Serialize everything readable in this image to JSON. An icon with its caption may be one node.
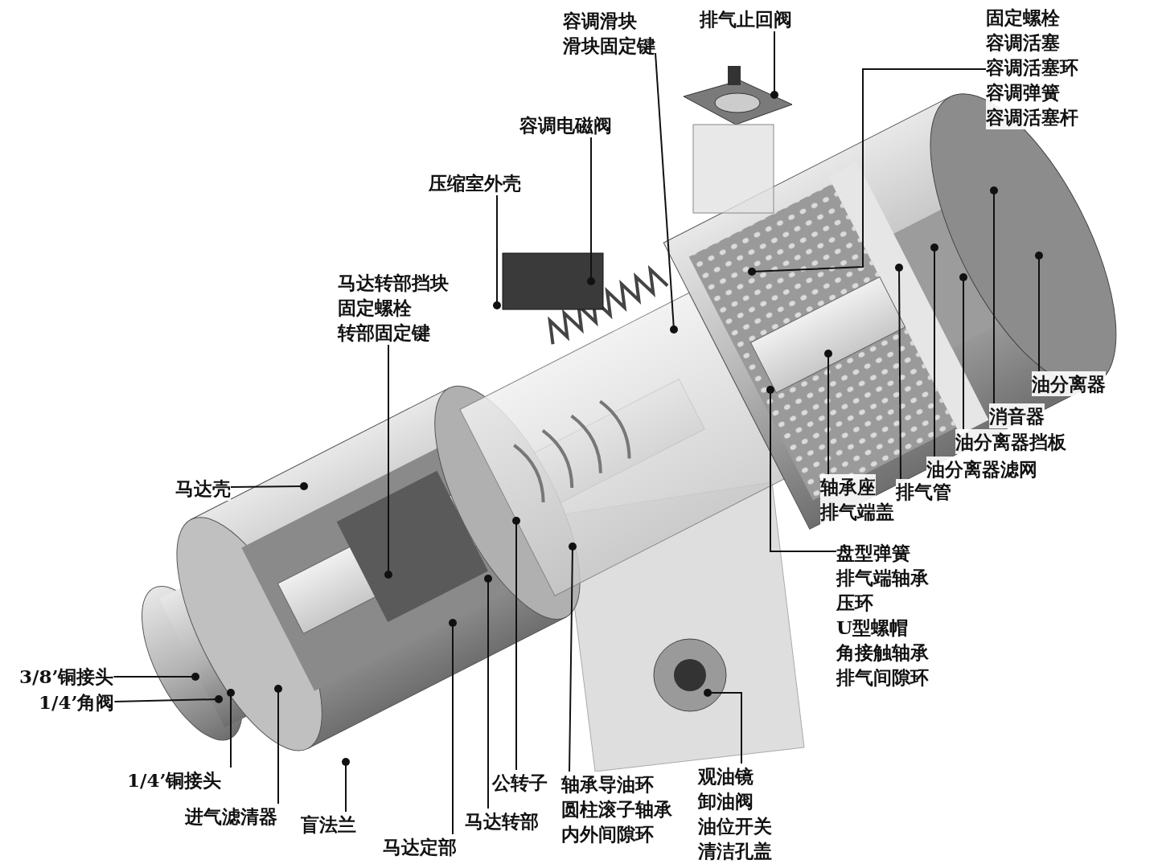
{
  "diagram": {
    "nodes": [
      {
        "text": [
          "容调滑块",
          "滑块固定键"
        ]
      },
      {
        "text": [
          "排气止回阀"
        ]
      },
      {
        "text": [
          "固定螺栓",
          "容调活塞",
          "容调活塞环",
          "容调弹簧",
          "容调活塞杆"
        ]
      },
      {
        "text": [
          "容调电磁阀"
        ]
      },
      {
        "text": [
          "压缩室外壳"
        ]
      },
      {
        "text": [
          "马达转部挡块",
          "固定螺栓",
          "转部固定键"
        ]
      },
      {
        "text": [
          "马达壳"
        ]
      },
      {
        "text": [
          "3/8’铜接头"
        ]
      },
      {
        "text": [
          "1/4’角阀"
        ]
      },
      {
        "text": [
          "1/4’铜接头"
        ]
      },
      {
        "text": [
          "进气滤清器"
        ]
      },
      {
        "text": [
          "盲法兰"
        ]
      },
      {
        "text": [
          "马达定部"
        ]
      },
      {
        "text": [
          "马达转部"
        ]
      },
      {
        "text": [
          "公转子"
        ]
      },
      {
        "text": [
          "轴承导油环",
          "圆柱滚子轴承",
          "内外间隙环"
        ]
      },
      {
        "text": [
          "观油镜",
          "卸油阀",
          "油位开关",
          "清洁孔盖"
        ]
      },
      {
        "text": [
          "盘型弹簧",
          "排气端轴承",
          "压环",
          "U型螺帽",
          "角接触轴承",
          "排气间隙环"
        ]
      },
      {
        "text": [
          "轴承座",
          "排气端盖"
        ]
      },
      {
        "text": [
          "排气管"
        ]
      },
      {
        "text": [
          "油分离器滤网"
        ]
      },
      {
        "text": [
          "油分离器挡板"
        ]
      },
      {
        "text": [
          "消音器"
        ]
      },
      {
        "text": [
          "油分离器"
        ]
      }
    ],
    "edges": [
      {
        "from": 0,
        "to": null,
        "arrow": "other"
      },
      {
        "from": 1,
        "to": null,
        "arrow": "other"
      },
      {
        "from": 2,
        "to": null,
        "arrow": "other"
      },
      {
        "from": 3,
        "to": null,
        "arrow": "other"
      },
      {
        "from": 4,
        "to": null,
        "arrow": "other"
      },
      {
        "from": 5,
        "to": null,
        "arrow": "other"
      },
      {
        "from": 6,
        "to": null,
        "arrow": "other"
      },
      {
        "from": 7,
        "to": null,
        "arrow": "other"
      },
      {
        "from": 8,
        "to": null,
        "arrow": "other"
      },
      {
        "from": 9,
        "to": null,
        "arrow": "other"
      },
      {
        "from": 10,
        "to": null,
        "arrow": "other"
      },
      {
        "from": 11,
        "to": null,
        "arrow": "other"
      },
      {
        "from": 12,
        "to": null,
        "arrow": "other"
      },
      {
        "from": 13,
        "to": null,
        "arrow": "other"
      },
      {
        "from": 14,
        "to": null,
        "arrow": "other"
      },
      {
        "from": 15,
        "to": null,
        "arrow": "other"
      },
      {
        "from": 16,
        "to": null,
        "arrow": "other"
      },
      {
        "from": 17,
        "to": null,
        "arrow": "other"
      },
      {
        "from": 18,
        "to": null,
        "arrow": "other"
      },
      {
        "from": 19,
        "to": null,
        "arrow": "other"
      },
      {
        "from": 20,
        "to": null,
        "arrow": "other"
      },
      {
        "from": 21,
        "to": null,
        "arrow": "other"
      },
      {
        "from": 22,
        "to": null,
        "arrow": "other"
      },
      {
        "from": 23,
        "to": null,
        "arrow": "other"
      }
    ]
  }
}
